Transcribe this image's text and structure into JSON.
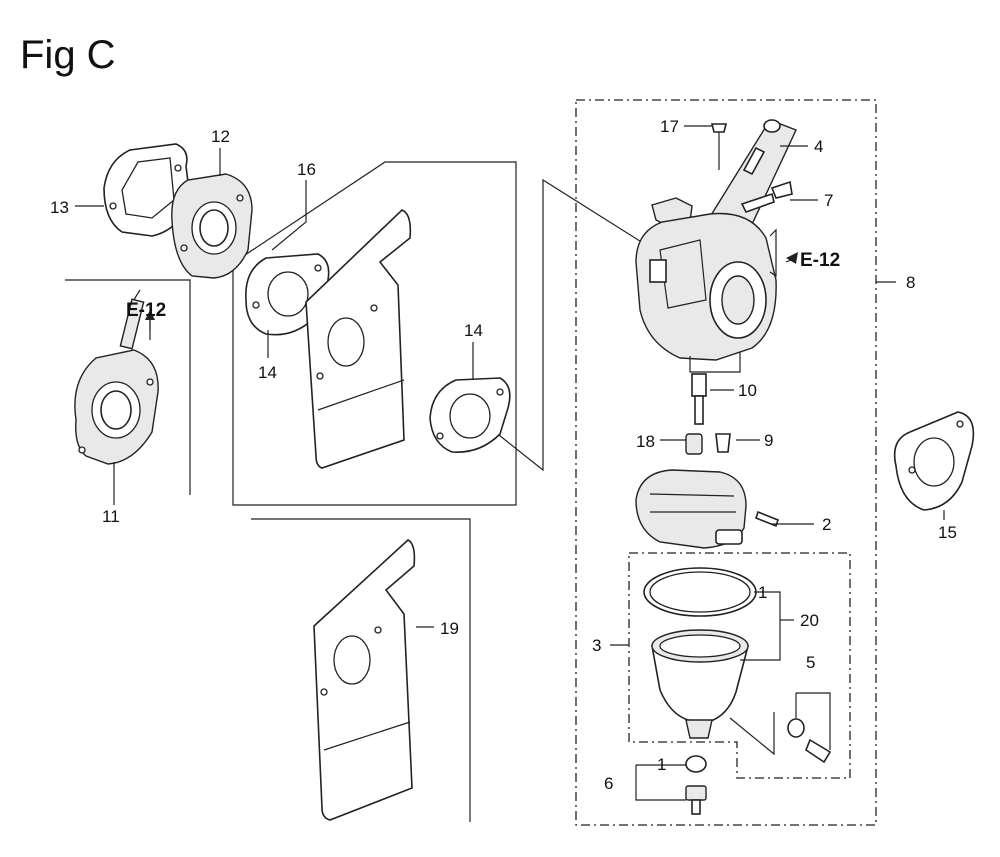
{
  "figure": {
    "title": "Fig C",
    "ref_labels": [
      "E-12",
      "E-12"
    ]
  },
  "callouts": {
    "c1a": "1",
    "c1b": "1",
    "c2": "2",
    "c3": "3",
    "c4": "4",
    "c5": "5",
    "c6": "6",
    "c7": "7",
    "c8": "8",
    "c9": "9",
    "c10": "10",
    "c11": "11",
    "c12": "12",
    "c13": "13",
    "c14a": "14",
    "c14b": "14",
    "c15": "15",
    "c16": "16",
    "c17": "17",
    "c18": "18",
    "c19": "19",
    "c20": "20"
  }
}
